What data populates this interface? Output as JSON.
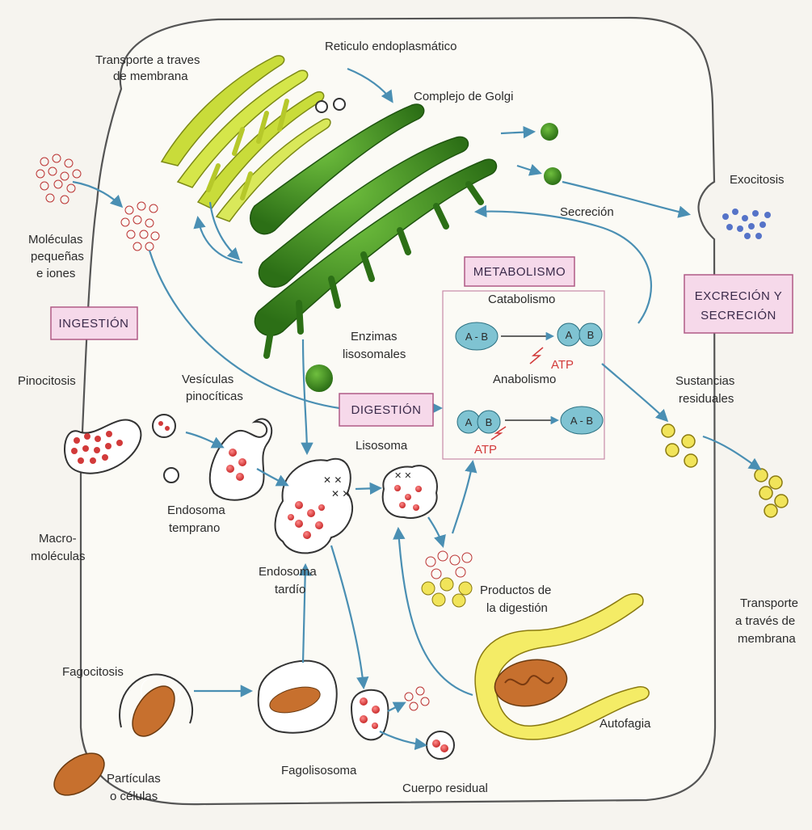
{
  "labels": {
    "transporte_top": [
      "Transporte a traves",
      "de membrana"
    ],
    "reticulo": "Reticulo endoplasmático",
    "golgi": "Complejo de Golgi",
    "secrecion": "Secreción",
    "exocitosis": "Exocitosis",
    "moleculas": [
      "Moléculas",
      "pequeñas",
      "e iones"
    ],
    "enzimas": [
      "Enzimas",
      "lisosomales"
    ],
    "catabolismo": "Catabolismo",
    "anabolismo": "Anabolismo",
    "pinocitosis": "Pinocitosis",
    "vesiculas": [
      "Vesículas",
      "pinocíticas"
    ],
    "lisosoma": "Lisosoma",
    "sustancias": [
      "Sustancias",
      "residuales"
    ],
    "endosoma_temprano": [
      "Endosoma",
      "temprano"
    ],
    "macromoleculas": [
      "Macro-",
      "moléculas"
    ],
    "endosoma_tardio": [
      "Endosoma",
      "tardío"
    ],
    "productos": [
      "Productos de",
      "la digestión"
    ],
    "transporte_right": [
      "Transporte",
      "a través de",
      "membrana"
    ],
    "fagocitosis": "Fagocitosis",
    "autofagia": "Autofagia",
    "particulas": [
      "Partículas",
      "o células"
    ],
    "fagolisosoma": "Fagolisosoma",
    "cuerpo_residual": "Cuerpo residual"
  },
  "boxes": {
    "ingestion": "INGESTIÓN",
    "digestion": "DIGESTIÓN",
    "metabolismo": "METABOLISMO",
    "excrecion": [
      "EXCRECIÓN Y",
      "SECRECIÓN"
    ]
  },
  "molecules": {
    "ab": "A - B",
    "a": "A",
    "b": "B",
    "atp": "ATP"
  },
  "colors": {
    "membrane": "#555555",
    "box_fill": "#f6d9ea",
    "box_stroke": "#b05a86",
    "arrow": "#4a8fb3",
    "er": "#c9dc3a",
    "golgi": "#3f8f22",
    "red_particle": "#d23a3a",
    "blue_particle": "#5573c8",
    "residual_yellow": "#f1e45a",
    "molecule_blue": "#7fc3d2",
    "atp_red": "#d23a3a",
    "mitochondria": "#c7702e"
  }
}
